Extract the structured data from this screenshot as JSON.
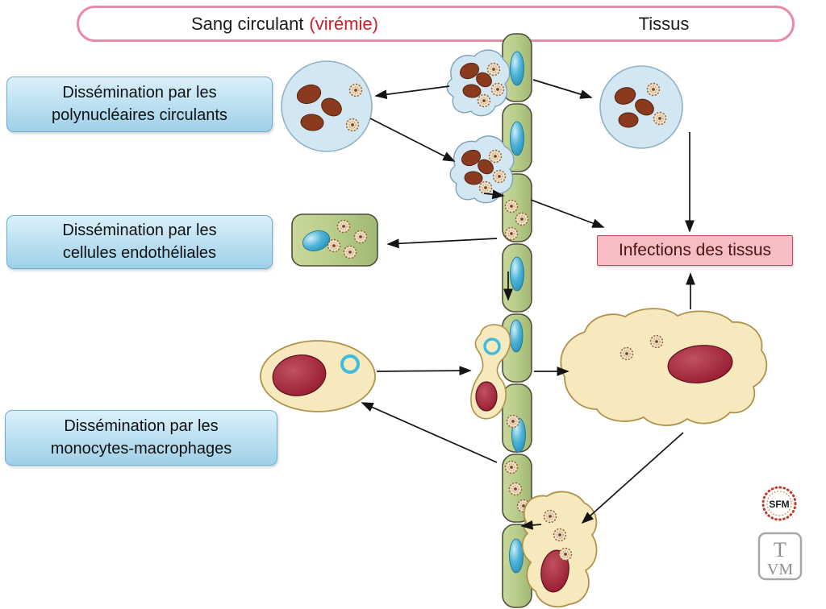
{
  "header": {
    "left_black": "Sang circulant",
    "left_red": "(virémie)",
    "right": "Tissus"
  },
  "labels": {
    "poly_line1": "Dissémination par les",
    "poly_line2": "polynucléaires circulants",
    "endo_line1": "Dissémination par les",
    "endo_line2": "cellules endothéliales",
    "mono_line1": "Dissémination par les",
    "mono_line2": "monocytes-macrophages",
    "infections": "Infections des tissus"
  },
  "logos": {
    "sfm": "SFM",
    "tvm_top": "T",
    "tvm_bottom": "VM"
  },
  "colors": {
    "header_border_pink": "#e98ba4",
    "viremie_red": "#d31f26",
    "label_blue_top": "#ddf0fa",
    "label_blue_bottom": "#9fd0e8",
    "infection_bg": "#f6bdc4",
    "infection_border": "#b44c5c",
    "endothelium_green": "#b7cc8a",
    "cell_cytoplasm_blue": "#d3e7f2",
    "macrophage_yellow": "#f5e9bd",
    "nucleus_brown": "#8a3a1e",
    "nucleus_red": "#9c2136",
    "nucleus_blue": "#4fb4d8",
    "virus_capsid": "#9c5a28",
    "arrow_black": "#141414"
  }
}
